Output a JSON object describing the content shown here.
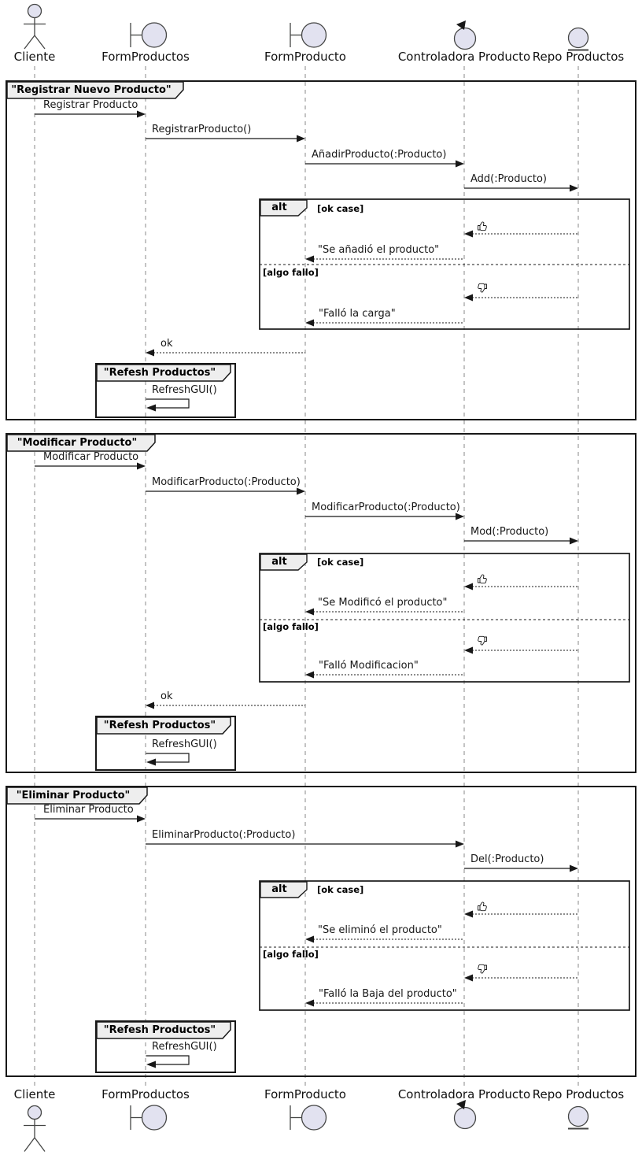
{
  "participants": [
    {
      "label": "Cliente",
      "type": "actor"
    },
    {
      "label": "FormProductos",
      "type": "boundary"
    },
    {
      "label": "FormProducto",
      "type": "boundary"
    },
    {
      "label": "Controladora Producto",
      "type": "control"
    },
    {
      "label": "Repo Productos",
      "type": "entity"
    }
  ],
  "frames": [
    {
      "title": "\"Registrar Nuevo Producto\"",
      "alt_operator": "alt",
      "guard_ok": "[ok case]",
      "guard_fail": "[algo fallo]",
      "inner_title": "\"Refesh Productos\"",
      "messages": {
        "m1": "Registrar Producto",
        "m2": "RegistrarProducto()",
        "m3": "AñadirProducto(:Producto)",
        "m4": "Add(:Producto)",
        "reply_ok": "\"Se añadió el producto\"",
        "reply_fail": "\"Falló la carga\"",
        "return_ok": "ok",
        "refresh": "RefreshGUI()"
      }
    },
    {
      "title": "\"Modificar Producto\"",
      "alt_operator": "alt",
      "guard_ok": "[ok case]",
      "guard_fail": "[algo fallo]",
      "inner_title": "\"Refesh Productos\"",
      "messages": {
        "m1": "Modificar Producto",
        "m2": "ModificarProducto(:Producto)",
        "m3": "ModificarProducto(:Producto)",
        "m4": "Mod(:Producto)",
        "reply_ok": "\"Se Modificó el producto\"",
        "reply_fail": "\"Falló Modificacion\"",
        "return_ok": "ok",
        "refresh": "RefreshGUI()"
      }
    },
    {
      "title": "\"Eliminar Producto\"",
      "alt_operator": "alt",
      "guard_ok": "[ok case]",
      "guard_fail": "[algo fallo]",
      "inner_title": "\"Refesh Productos\"",
      "messages": {
        "m1": "Eliminar Producto",
        "m2": "EliminarProducto(:Producto)",
        "m4": "Del(:Producto)",
        "reply_ok": "\"Se eliminó el producto\"",
        "reply_fail": "\"Falló la Baja del producto\"",
        "refresh": "RefreshGUI()"
      }
    }
  ],
  "icons": {
    "actor": "actor-icon",
    "boundary": "boundary-icon",
    "control": "control-icon",
    "entity": "entity-icon",
    "thumbs_up": "thumbs-up-icon",
    "thumbs_down": "thumbs-down-icon"
  },
  "colors": {
    "stroke": "#181818",
    "participant_fill": "#E2E2F0",
    "frame_tab_fill": "#EEEEEE",
    "lifeline": "#888888",
    "background": "#FFFFFF"
  }
}
